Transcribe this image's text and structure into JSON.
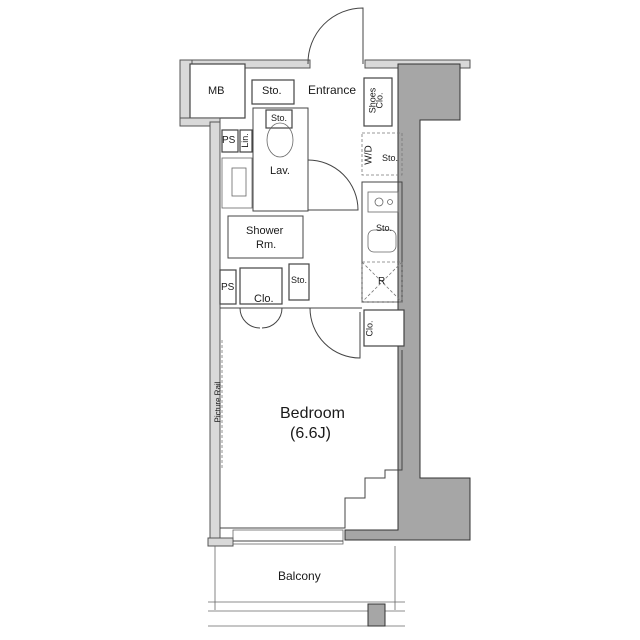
{
  "floorplan": {
    "rooms": {
      "mb": "MB",
      "sto_entrance": "Sto.",
      "entrance": "Entrance",
      "shoes_clo_1": "Shoes",
      "shoes_clo_2": "Clo.",
      "sto_lav": "Sto.",
      "ps_top": "PS",
      "lin": "Lin.",
      "lav": "Lav.",
      "wd": "W/D",
      "sto_wd": "Sto.",
      "sto_kitchen": "Sto.",
      "shower_1": "Shower",
      "shower_2": "Rm.",
      "ps_bottom": "PS",
      "clo_left": "Clo.",
      "sto_hall": "Sto.",
      "fridge": "R",
      "clo_right": "Clo.",
      "picture_rail": "Picture Rail",
      "bedroom": "Bedroom",
      "bedroom_size": "(6.6J)",
      "balcony": "Balcony"
    },
    "colors": {
      "wall": "#d9d9d9",
      "structure": "#a6a6a6",
      "line": "#444444"
    }
  }
}
